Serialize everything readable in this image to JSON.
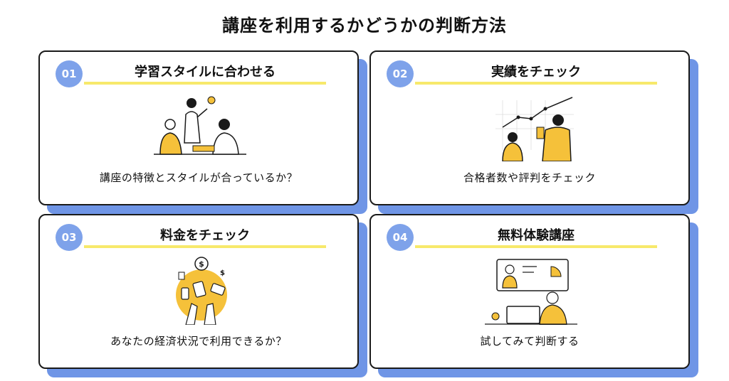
{
  "page": {
    "title": "講座を利用するかどうかの判断方法"
  },
  "cards": [
    {
      "number": "01",
      "title": "学習スタイルに合わせる",
      "description": "講座の特徴とスタイルが合っているか？",
      "illustration": "study-group-icon"
    },
    {
      "number": "02",
      "title": "実績をチェック",
      "description": "合格者数や評判をチェック",
      "illustration": "growth-chart-icon"
    },
    {
      "number": "03",
      "title": "料金をチェック",
      "description": "あなたの経済状況で利用できるか？",
      "illustration": "money-icon"
    },
    {
      "number": "04",
      "title": "無料体験講座",
      "description": "試してみて判断する",
      "illustration": "online-lesson-icon"
    }
  ],
  "colors": {
    "accent_blue": "#7ea2ea",
    "shadow_blue": "#6f95e6",
    "highlight_yellow": "#f7e96b",
    "illustration_yellow": "#f5c13a",
    "border": "#1a1a1a"
  }
}
